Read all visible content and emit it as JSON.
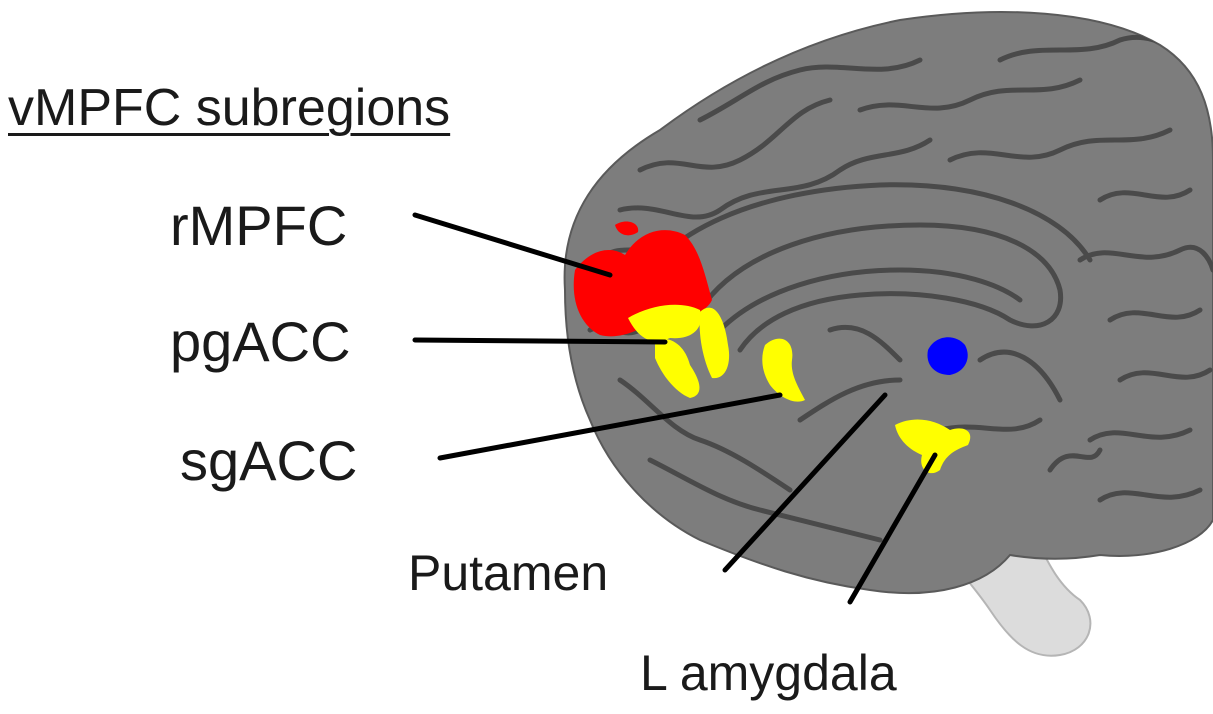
{
  "title": "vMPFC subregions",
  "labels": {
    "rmpfc": "rMPFC",
    "pgacc": "pgACC",
    "sgacc": "sgACC",
    "putamen": "Putamen",
    "l_amygdala": "L amygdala"
  },
  "colors": {
    "brain_surface": "#7d7d7d",
    "sulci": "#4a4a4a",
    "cerebellum": "#d8d8d8",
    "rmpfc": "#ff0000",
    "vmpfc_yellow": "#ffff00",
    "putamen": "#0000ff",
    "leader_lines": "#000000"
  }
}
